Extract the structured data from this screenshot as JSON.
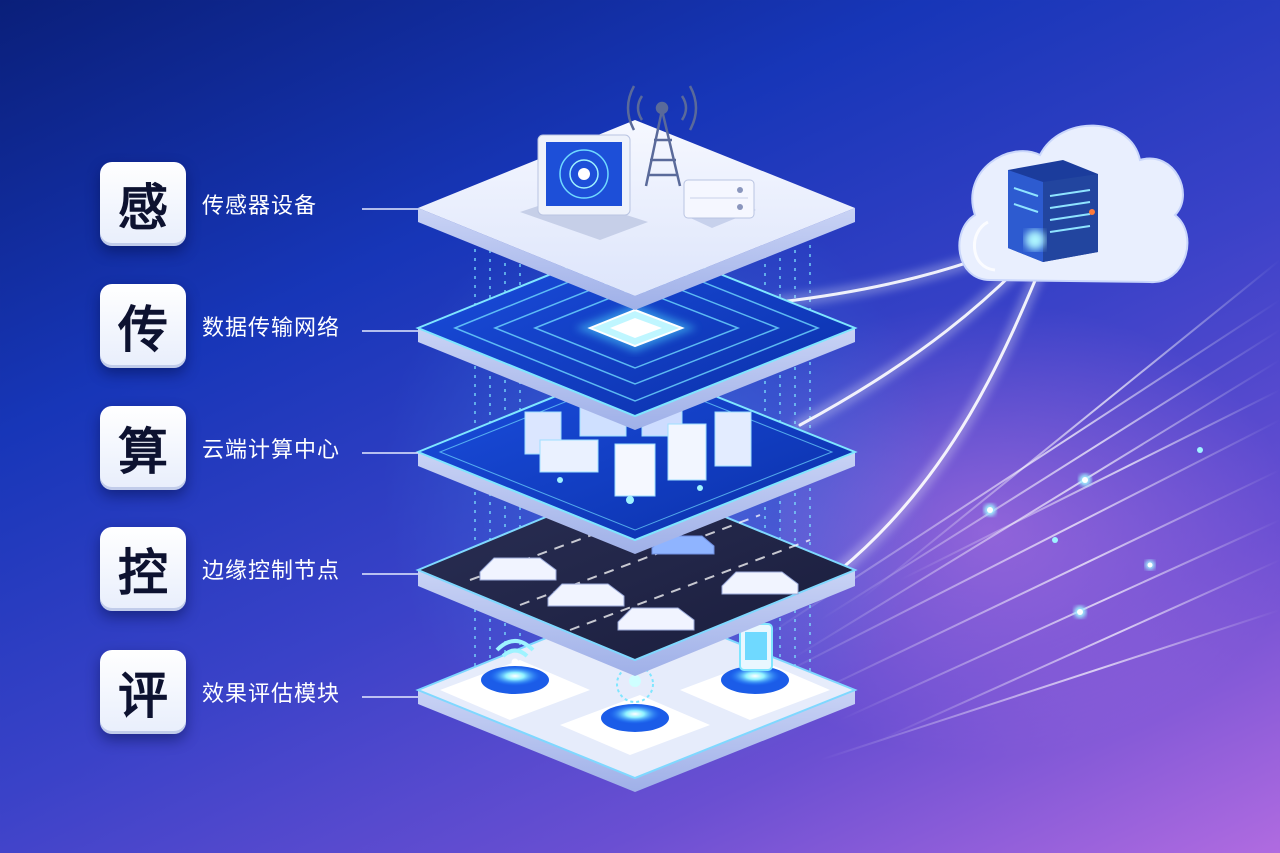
{
  "layers": [
    {
      "badge": "感",
      "label": "传感器设备"
    },
    {
      "badge": "传",
      "label": "数据传输网络"
    },
    {
      "badge": "算",
      "label": "云端计算中心"
    },
    {
      "badge": "控",
      "label": "边缘控制节点"
    },
    {
      "badge": "评",
      "label": "效果评估模块"
    }
  ],
  "colors": {
    "background_start": "#0a1f7a",
    "background_end": "#b06be0",
    "accent_glow": "#4fd8ff",
    "panel_light": "#eef2fc",
    "label_text": "#ffffff"
  },
  "icons": [
    "monitor-icon",
    "signal-tower-icon",
    "server-box-icon",
    "chip-icon",
    "building-icon",
    "car-icon",
    "wifi-icon",
    "location-pin-icon",
    "tablet-icon",
    "cloud-server-icon"
  ]
}
